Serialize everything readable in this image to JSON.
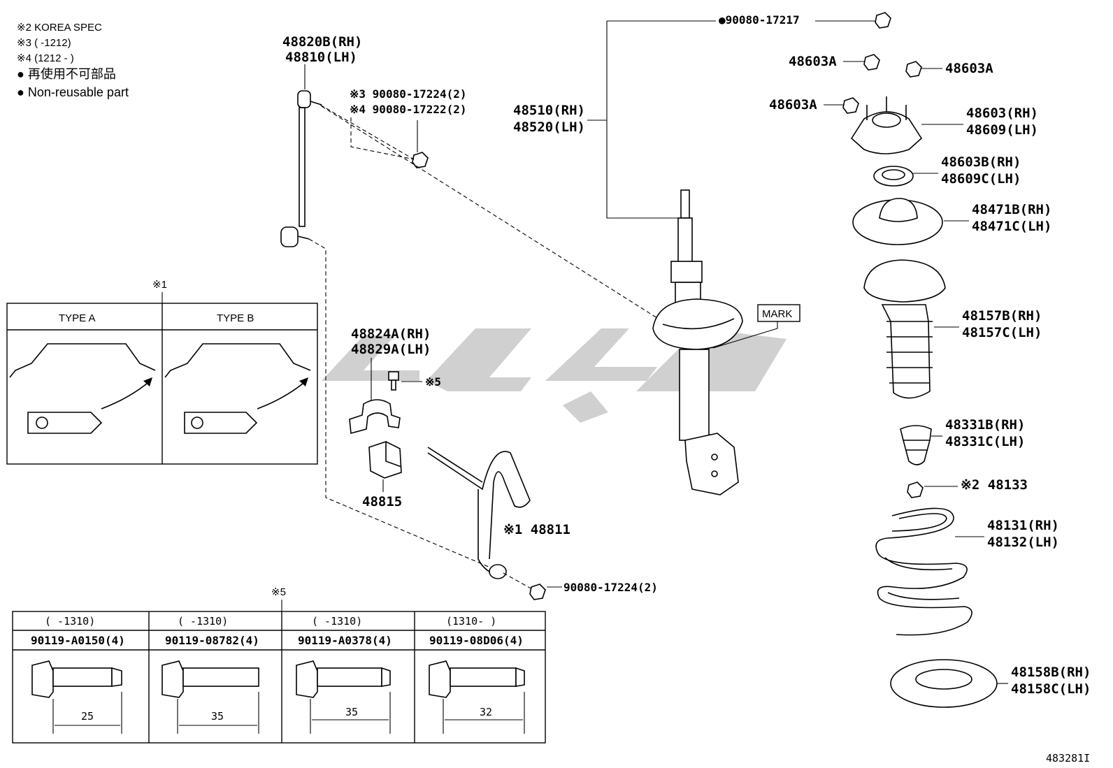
{
  "notes": {
    "korea_spec": "※2 KOREA SPEC",
    "range3": "※3 (      -1212)",
    "range4": "※4 (1212 -      )",
    "non_reusable_jp": "● 再使用不可部品",
    "non_reusable_en": "● Non-reusable part"
  },
  "type_table": {
    "marker": "※1",
    "type_a": "TYPE A",
    "type_b": "TYPE B"
  },
  "labels": {
    "link_rh": "48820B(RH)",
    "link_lh": "48810(LH)",
    "nut_note3": "※3 90080-17224(2)",
    "nut_note4": "※4 90080-17222(2)",
    "bracket_rh": "48824A(RH)",
    "bracket_lh": "48829A(LH)",
    "bolt_ref": "※5",
    "bushing": "48815",
    "stabilizer": "※1 48811",
    "stab_nut": "90080-17224(2)",
    "strut_top_nut": "●90080-17217",
    "strut_rh": "48510(RH)",
    "strut_lh": "48520(LH)",
    "mark": "MARK",
    "nut_a1": "48603A",
    "nut_a2": "48603A",
    "nut_a3": "48603A",
    "support_rh": "48603(RH)",
    "support_lh": "48609(LH)",
    "bearing_rh": "48603B(RH)",
    "bearing_lh": "48609C(LH)",
    "seat_rh": "48471B(RH)",
    "seat_lh": "48471C(LH)",
    "boot_rh": "48157B(RH)",
    "boot_lh": "48157C(LH)",
    "bumper_rh": "48331B(RH)",
    "bumper_lh": "48331C(LH)",
    "spring_nut": "※2 48133",
    "spring_rh": "48131(RH)",
    "spring_lh": "48132(LH)",
    "lower_ins_rh": "48158B(RH)",
    "lower_ins_lh": "48158C(LH)",
    "figure_id": "483281I"
  },
  "bolt_table": {
    "marker": "※5",
    "columns": [
      {
        "range": "(      -1310)",
        "part": "90119-A0150(4)",
        "length": "25"
      },
      {
        "range": "(      -1310)",
        "part": "90119-08782(4)",
        "length": "35"
      },
      {
        "range": "(      -1310)",
        "part": "90119-A0378(4)",
        "length": "35"
      },
      {
        "range": "(1310-      )",
        "part": "90119-08D06(4)",
        "length": "32"
      }
    ]
  }
}
